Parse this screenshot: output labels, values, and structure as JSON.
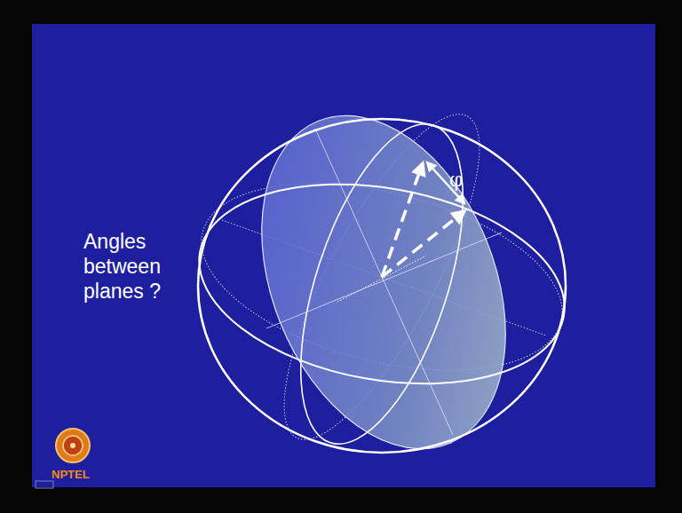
{
  "diagram": {
    "labels": [
      "Angles between planes ?",
      "φ",
      "NPTEL"
    ]
  }
}
